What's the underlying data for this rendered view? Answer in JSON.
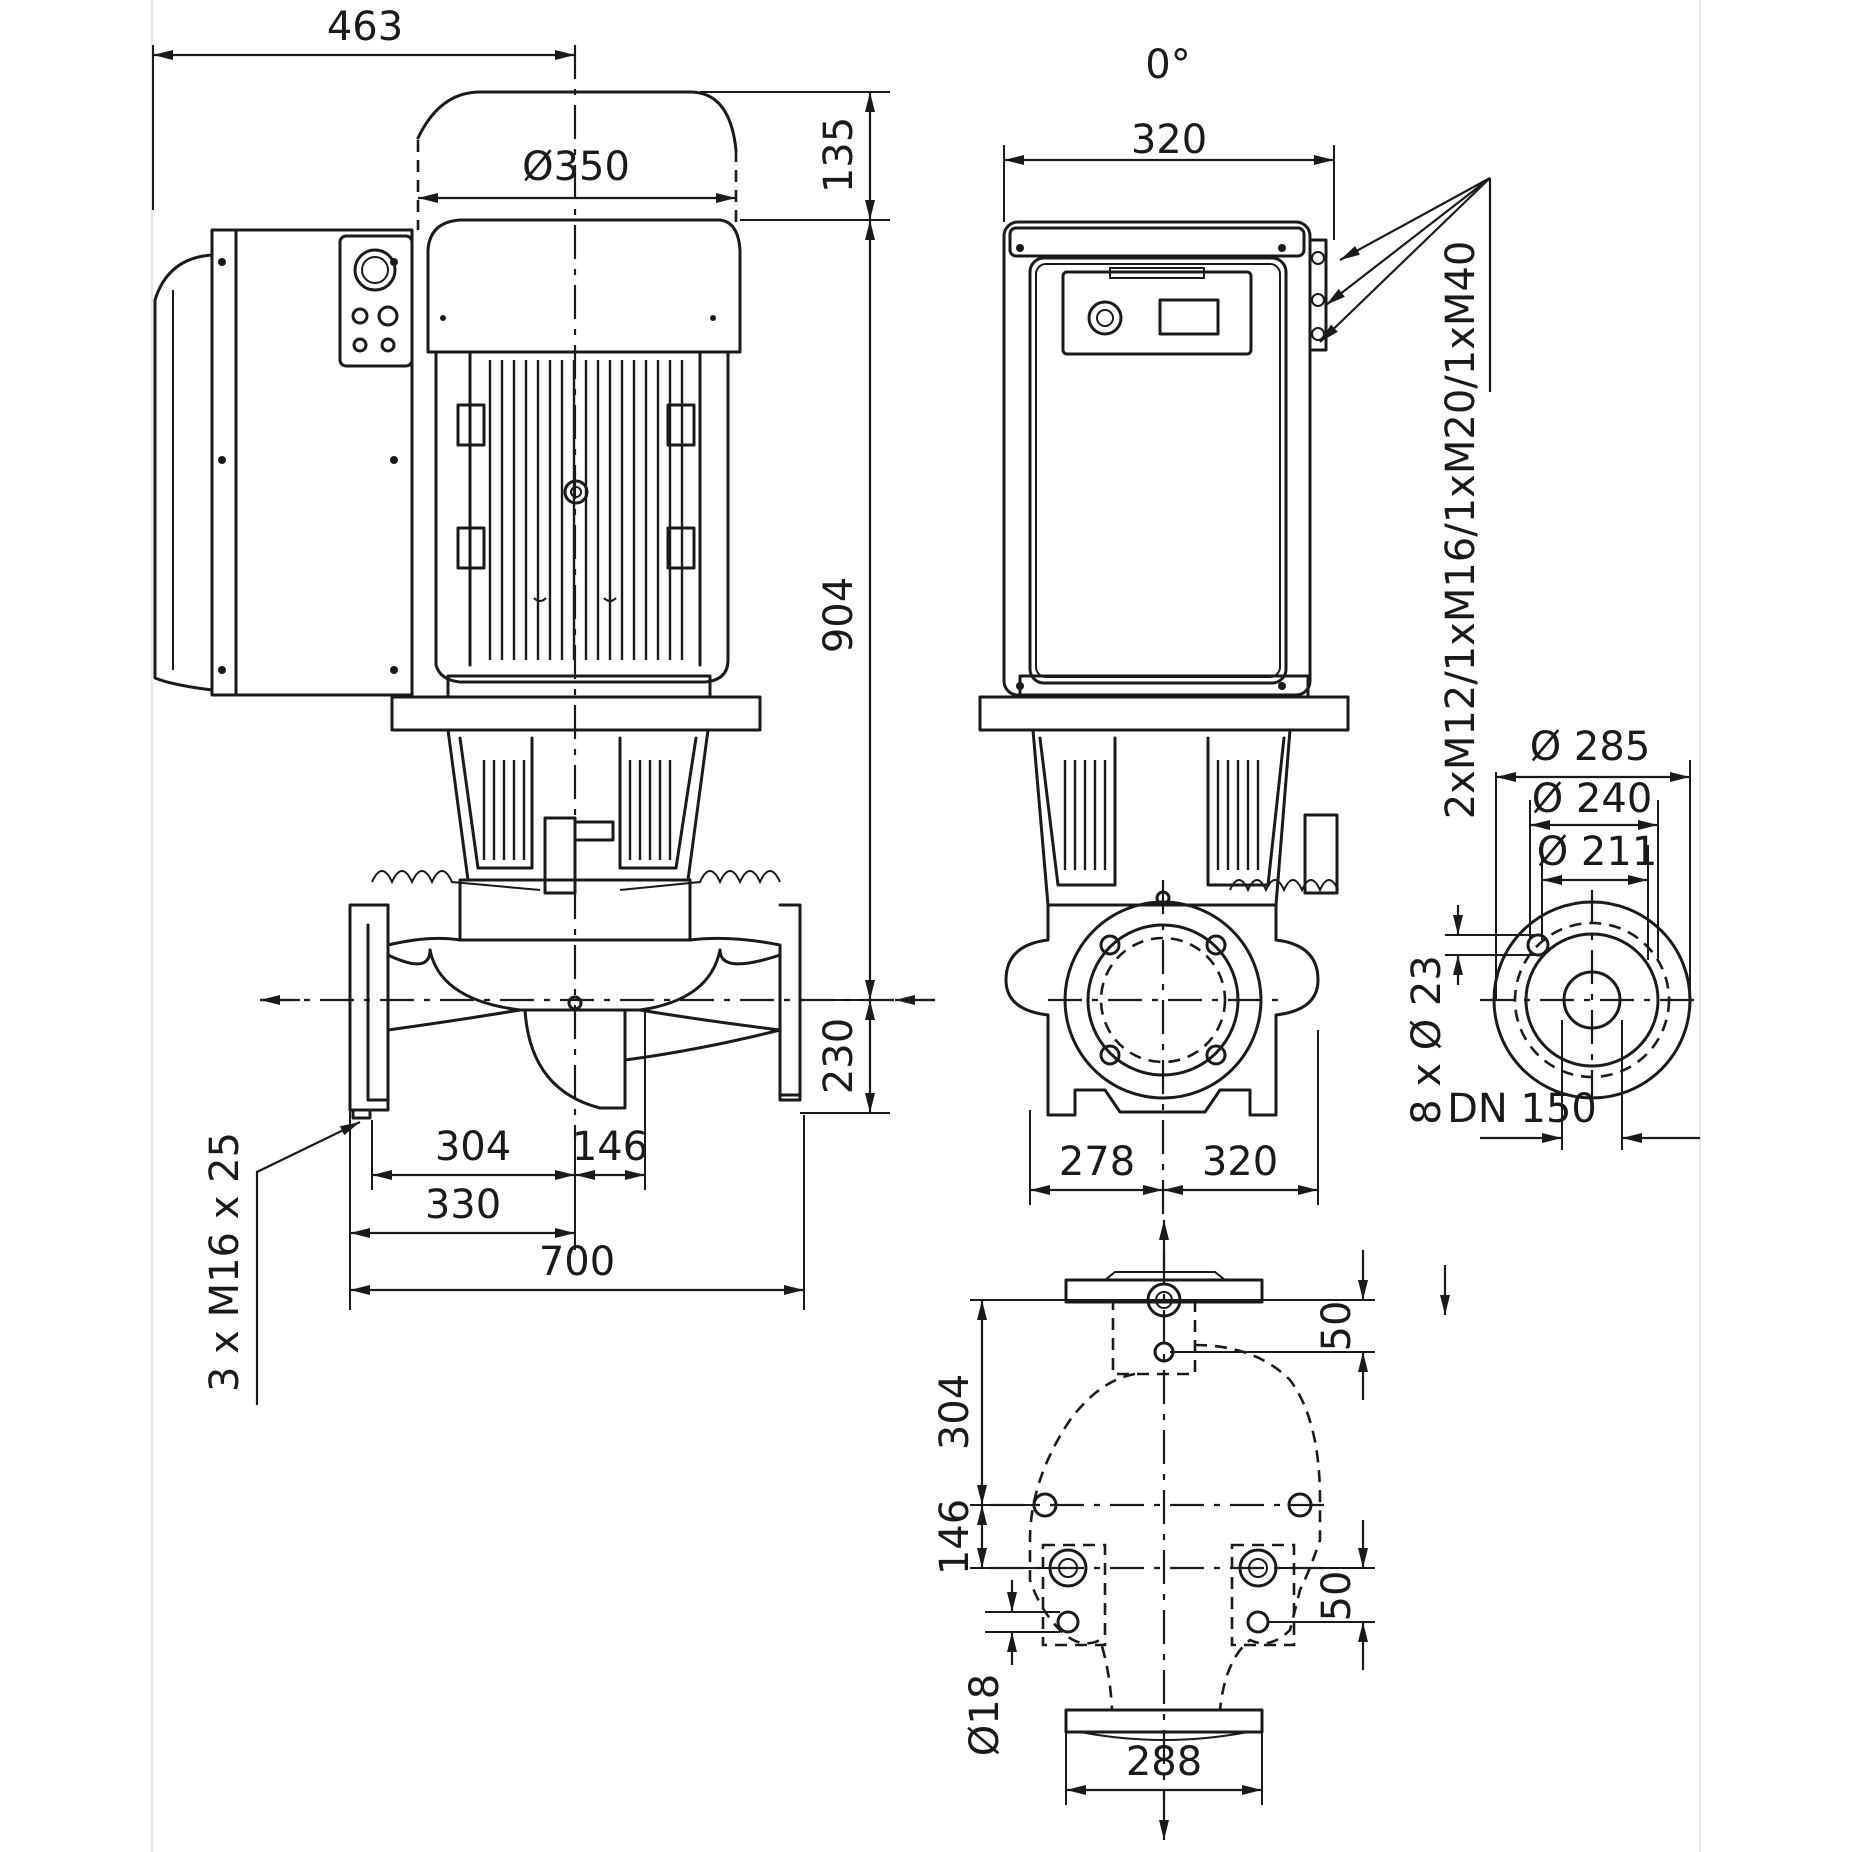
{
  "dimensions": {
    "overall_width_top": "463",
    "motor_diameter": "Ø350",
    "fan_cover_height": "135",
    "total_height": "904",
    "flange_center_height": "230",
    "base_304": "304",
    "base_146": "146",
    "base_330": "330",
    "overall_length": "700",
    "foot_bolts": "3 x M16 x 25",
    "angle": "0°",
    "module_width": "320",
    "cable_glands": "2xM12/1xM16/1xM20/1xM40",
    "side_278": "278",
    "side_320": "320",
    "flange_d285": "Ø 285",
    "flange_d240": "Ø 240",
    "flange_d211": "Ø 211",
    "flange_holes": "8 x Ø 23",
    "nominal_size": "DN 150",
    "plan_50_top": "50",
    "plan_304": "304",
    "plan_146": "146",
    "plan_50_bottom": "50",
    "foot_hole": "Ø18",
    "plan_288": "288"
  }
}
